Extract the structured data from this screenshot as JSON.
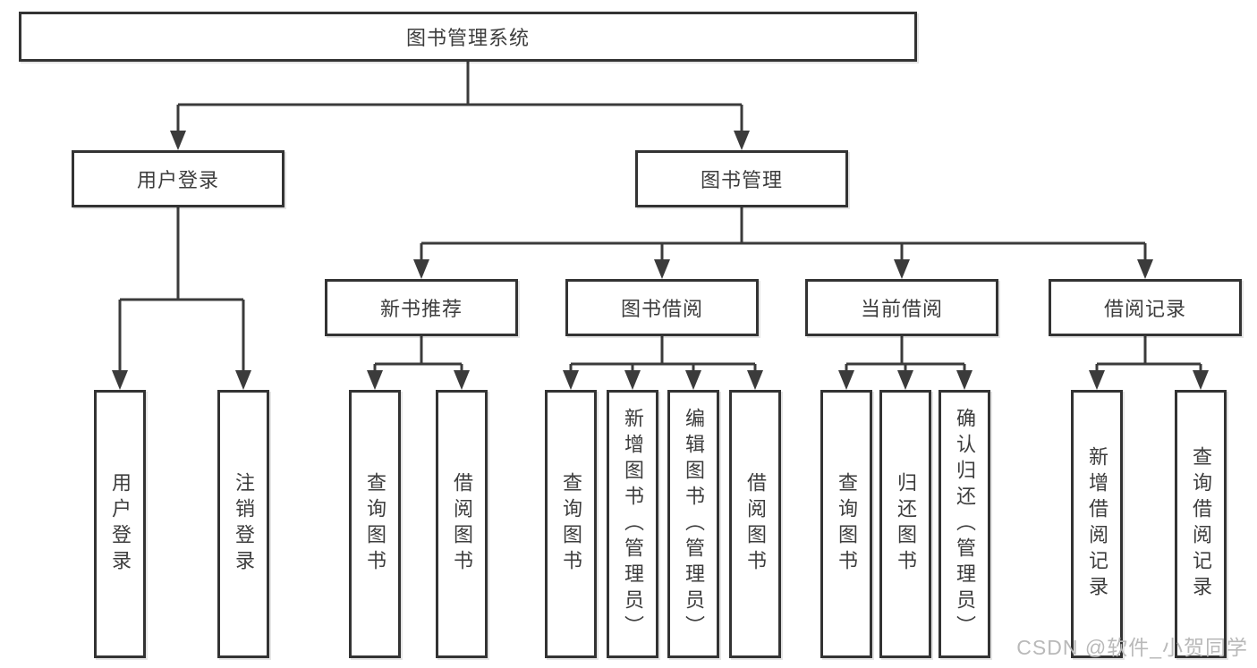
{
  "colors": {
    "line": "#3b3b3b",
    "box_border": "#333333",
    "box_fill": "#ffffff",
    "text": "#3d3d3d",
    "watermark": "#b9b9b9",
    "background": "#ffffff"
  },
  "tree": {
    "root": {
      "label": "图书管理系统"
    },
    "level2": [
      {
        "label": "用户登录",
        "leaves": [
          {
            "label": "用户登录"
          },
          {
            "label": "注销登录"
          }
        ]
      },
      {
        "label": "图书管理",
        "groups": [
          {
            "label": "新书推荐",
            "leaves": [
              {
                "label": "查询图书"
              },
              {
                "label": "借阅图书"
              }
            ]
          },
          {
            "label": "图书借阅",
            "leaves": [
              {
                "label": "查询图书"
              },
              {
                "label": "新增图书（管理员）"
              },
              {
                "label": "编辑图书（管理员）"
              },
              {
                "label": "借阅图书"
              }
            ]
          },
          {
            "label": "当前借阅",
            "leaves": [
              {
                "label": "查询图书"
              },
              {
                "label": "归还图书"
              },
              {
                "label": "确认归还（管理员）"
              }
            ]
          },
          {
            "label": "借阅记录",
            "leaves": [
              {
                "label": "新增借阅记录"
              },
              {
                "label": "查询借阅记录"
              }
            ]
          }
        ]
      }
    ]
  },
  "watermark": {
    "text": "CSDN @软件_小贺同学"
  }
}
